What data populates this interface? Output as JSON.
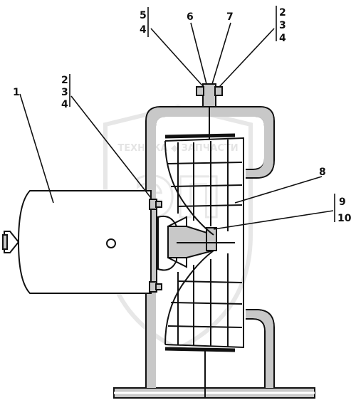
{
  "callouts": {
    "c1": "1",
    "c2": "2",
    "c3": "3",
    "c4": "4",
    "c5": "5",
    "c6": "6",
    "c7": "7",
    "c8": "8",
    "c9": "9",
    "c10": "10"
  },
  "watermark": {
    "text": "ТЕХНИКА ◆ ЗАПЧАСТИ",
    "logo": "ЭП"
  },
  "colors": {
    "line": "#111111",
    "housing_fill": "#c8c8c8",
    "watermark": "#d8d8d8"
  }
}
